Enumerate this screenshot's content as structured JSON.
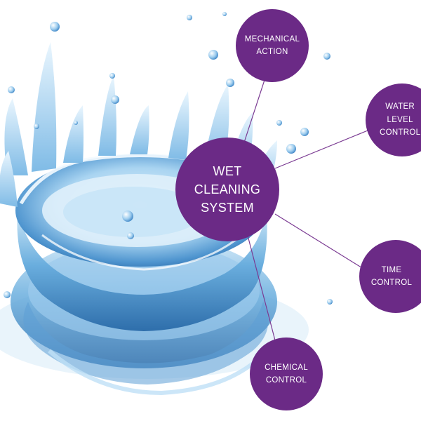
{
  "colors": {
    "node_fill": "#6b2a86",
    "connector": "#7a3a92",
    "water_dark": "#3f86c6",
    "water_light": "#bfe0f6"
  },
  "center": {
    "label": "WET\nCLEANING\nSYSTEM"
  },
  "nodes": [
    {
      "id": "mechanical",
      "label": "MECHANICAL\nACTION"
    },
    {
      "id": "water",
      "label": "WATER\nLEVEL\nCONTROL"
    },
    {
      "id": "time",
      "label": "TIME\nCONTROL"
    },
    {
      "id": "chemical",
      "label": "CHEMICAL\nCONTROL"
    }
  ],
  "illustration": {
    "name": "water-splash-crown"
  }
}
